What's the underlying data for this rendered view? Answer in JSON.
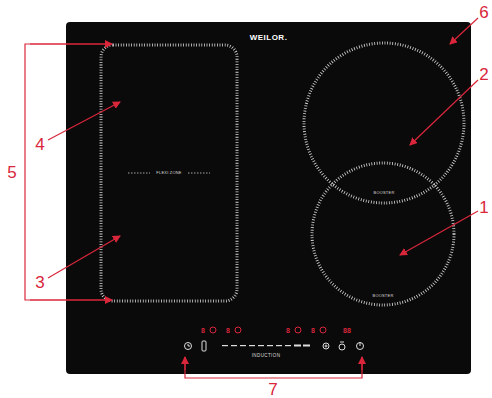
{
  "diagram": {
    "nodes": [
      {
        "text": [
          "WEILOR."
        ]
      },
      {
        "text": [
          "FLEXI ZONE"
        ],
        "in": 0
      },
      {
        "text": [
          "BOOSTER"
        ],
        "in": 0
      },
      {
        "text": [
          "BOOSTER"
        ],
        "in": 0
      }
    ],
    "labels": [
      "1",
      "2",
      "3",
      "4",
      "5",
      "6",
      "7",
      "8",
      "8",
      "8",
      "8",
      "88",
      "INDUCTION"
    ]
  }
}
